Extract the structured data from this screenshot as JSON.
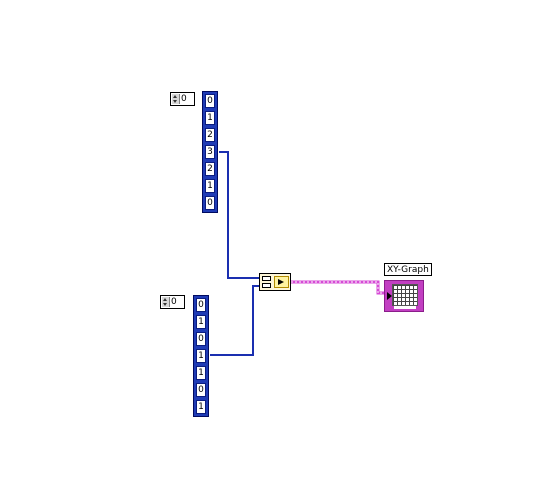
{
  "diagram": {
    "array_top": {
      "index_value": "0",
      "elements": [
        "0",
        "1",
        "2",
        "3",
        "2",
        "1",
        "0"
      ]
    },
    "array_bottom": {
      "index_value": "0",
      "elements": [
        "0",
        "1",
        "0",
        "1",
        "1",
        "0",
        "1"
      ]
    },
    "graph_indicator": {
      "label": "XY-Graph",
      "icon": "xy-graph-icon"
    },
    "bundle_node": {
      "icon": "bundle-icon"
    },
    "colors": {
      "array_blue": "#1f3bb5",
      "wire_blue": "#1a2fb0",
      "wire_pink": "#d64bd6",
      "graph_magenta": "#c23fc2"
    }
  }
}
